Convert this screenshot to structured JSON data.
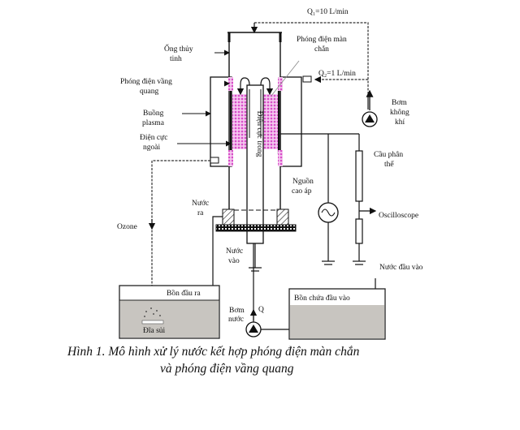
{
  "labels": {
    "q1": "Q₁=10 L/min",
    "q2": "Q₂=1 L/min",
    "glass_tube": [
      "Ống thủy",
      "tinh"
    ],
    "dbd": [
      "Phóng điện màn",
      "chắn"
    ],
    "corona": [
      "Phóng điện vầng",
      "quang"
    ],
    "plasma_chamber": [
      "Buồng",
      "plasma"
    ],
    "outer_electrode": [
      "Điện cực",
      "ngoài"
    ],
    "air_pump": [
      "Bơm",
      "không",
      "khí"
    ],
    "voltage_divider": [
      "Cầu phân",
      "thế"
    ],
    "hv_source": [
      "Nguồn",
      "cao áp"
    ],
    "oscilloscope": "Oscilloscope",
    "inner_electrode": "Điện cực trong",
    "water_out": [
      "Nước",
      "ra"
    ],
    "water_in": [
      "Nước",
      "vào"
    ],
    "ozone": "Ozone",
    "input_water": "Nước đầu vào",
    "output_tank": "Bồn đầu ra",
    "input_tank": "Bồn chứa đầu vào",
    "water_pump": [
      "Bơm",
      "nước"
    ],
    "flow_q": "Q",
    "diffuser": "Đĩa sủi"
  },
  "caption": {
    "line1": "Hình 1. Mô hình xử lý nước kết hợp phóng điện màn chắn",
    "line2": "và phóng điện vầng quang"
  },
  "colors": {
    "plasma": "#e070d0",
    "tank_liquid": "#c8c5c0",
    "line": "#111111"
  }
}
